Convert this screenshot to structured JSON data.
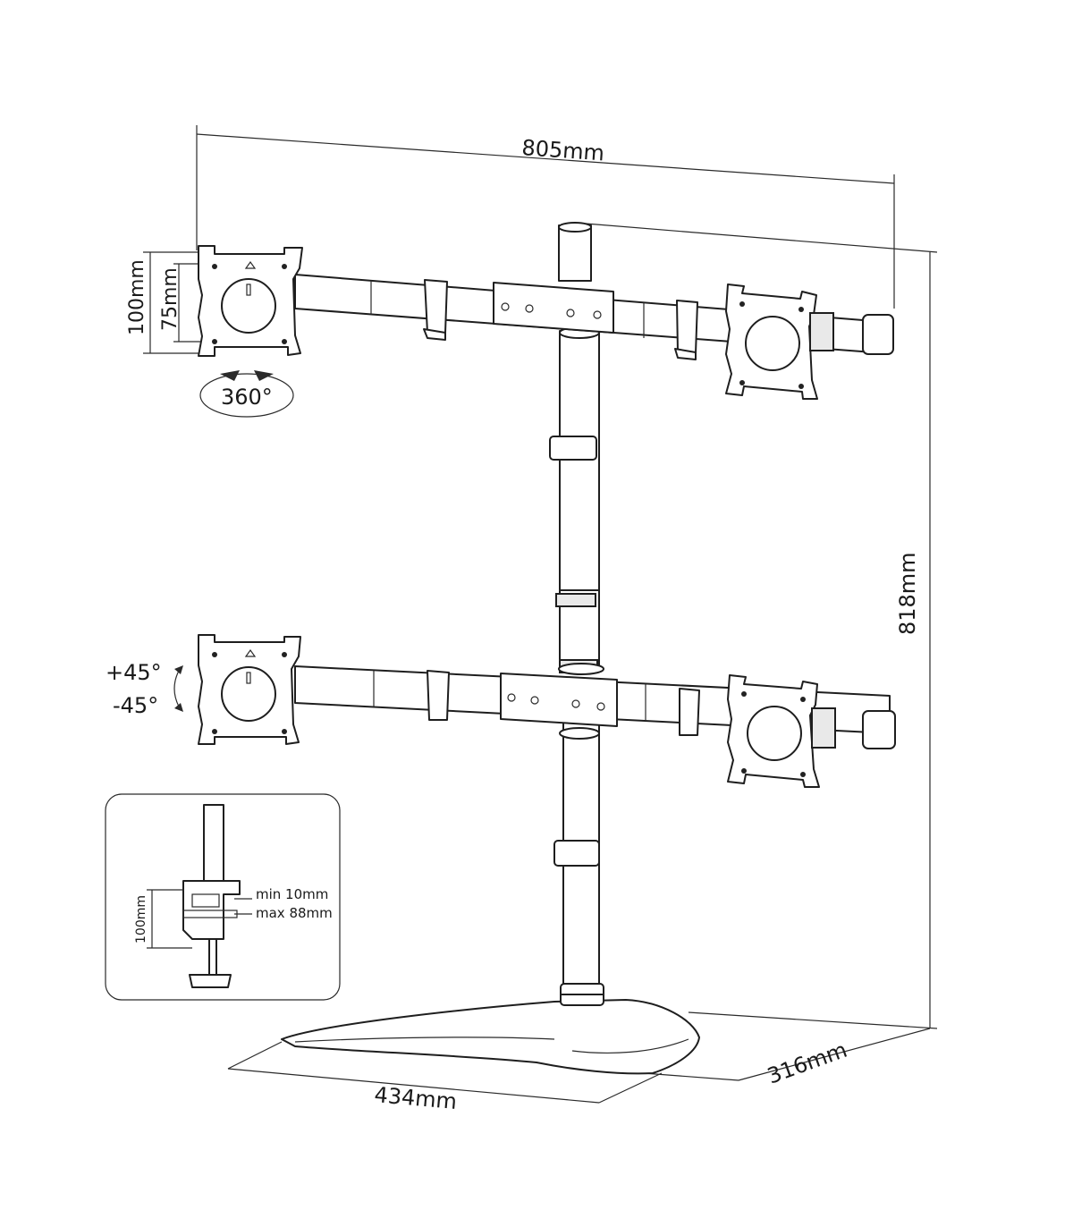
{
  "dimensions": {
    "width": "805mm",
    "height": "818mm",
    "base_width": "434mm",
    "base_depth": "316mm",
    "vesa_large": "100mm",
    "vesa_small": "75mm"
  },
  "rotation": {
    "swivel": "360°",
    "tilt_up": "+45°",
    "tilt_down": "-45°"
  },
  "clamp_inset": {
    "clamp_height": "100mm",
    "desk_min": "min 10mm",
    "desk_max": "max 88mm"
  }
}
